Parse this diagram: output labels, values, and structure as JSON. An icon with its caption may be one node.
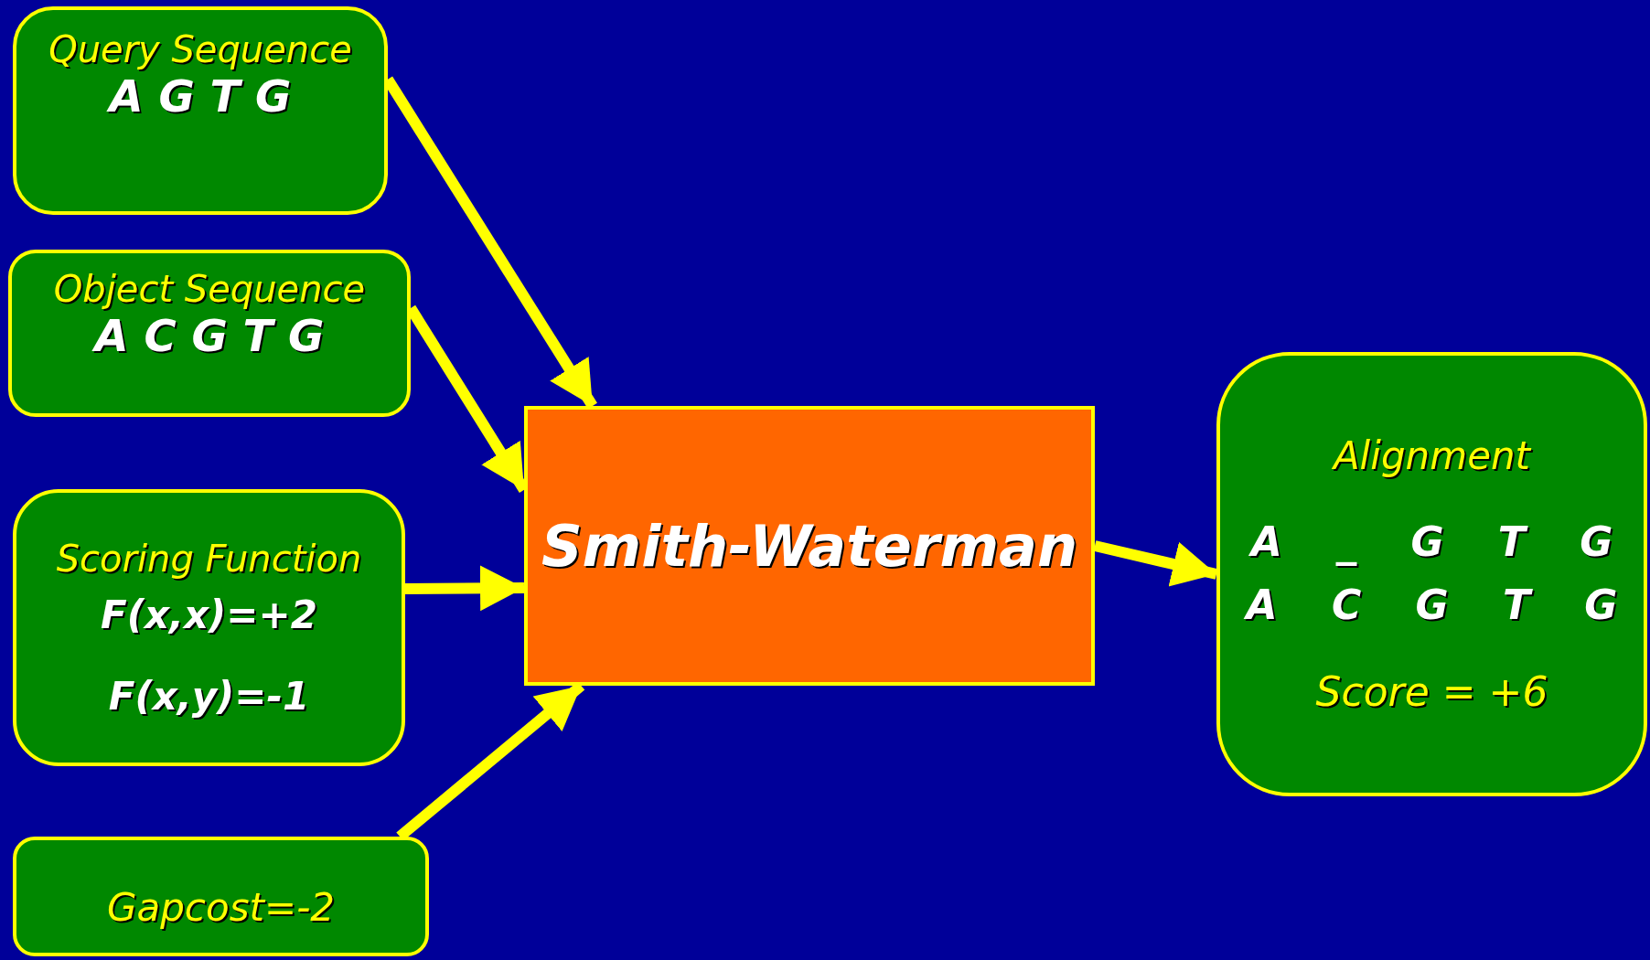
{
  "diagram": {
    "nodes": [
      {
        "text": [
          "Query Sequence",
          "A G T G"
        ]
      },
      {
        "text": [
          "Object Sequence",
          "A C G T G"
        ]
      },
      {
        "text": [
          "Scoring Function",
          "F(x,x)=+2",
          "F(x,y)=-1"
        ]
      },
      {
        "text": [
          "Gapcost=-2"
        ]
      },
      {
        "text": [
          "Smith-Waterman"
        ]
      },
      {
        "text": [
          "Alignment",
          "A _ G T G",
          "A C G T G",
          "Score = +6"
        ]
      }
    ],
    "edges": [
      {
        "from": 0,
        "to": 4,
        "arrow": "to"
      },
      {
        "from": 1,
        "to": 4,
        "arrow": "to"
      },
      {
        "from": 2,
        "to": 4,
        "arrow": "to"
      },
      {
        "from": 3,
        "to": 4,
        "arrow": "to"
      },
      {
        "from": 4,
        "to": 5,
        "arrow": "to"
      }
    ]
  }
}
